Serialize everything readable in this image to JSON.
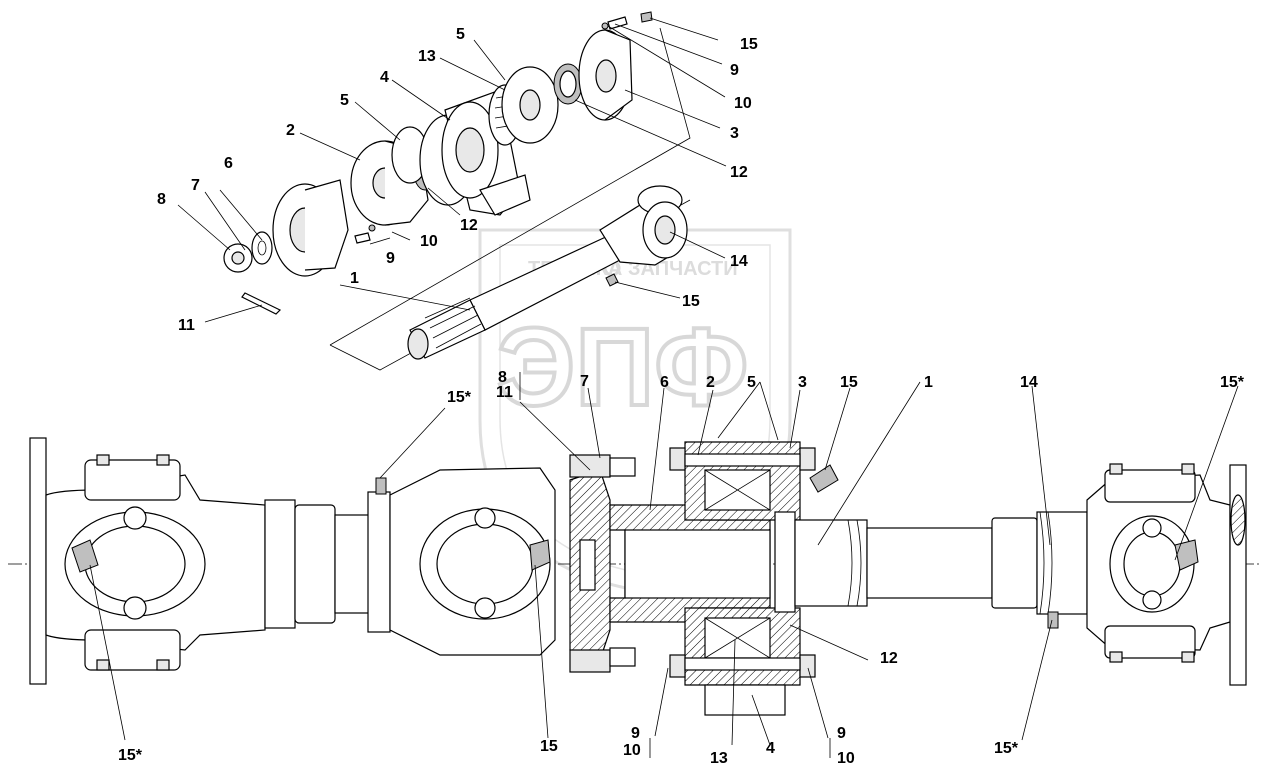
{
  "watermark": {
    "top_text_left": "ТЕХНИКА",
    "top_text_right": "ЗАПЧАСТИ",
    "big_text": "ЭПФ"
  },
  "exploded_labels": [
    {
      "id": "e5a",
      "text": "5"
    },
    {
      "id": "e15a",
      "text": "15"
    },
    {
      "id": "e13",
      "text": "13"
    },
    {
      "id": "e9a",
      "text": "9"
    },
    {
      "id": "e4",
      "text": "4"
    },
    {
      "id": "e10a",
      "text": "10"
    },
    {
      "id": "e5b",
      "text": "5"
    },
    {
      "id": "e3",
      "text": "3"
    },
    {
      "id": "e2",
      "text": "2"
    },
    {
      "id": "e12a",
      "text": "12"
    },
    {
      "id": "e6",
      "text": "6"
    },
    {
      "id": "e7",
      "text": "7"
    },
    {
      "id": "e8",
      "text": "8"
    },
    {
      "id": "e12b",
      "text": "12"
    },
    {
      "id": "e10b",
      "text": "10"
    },
    {
      "id": "e9b",
      "text": "9"
    },
    {
      "id": "e14",
      "text": "14"
    },
    {
      "id": "e1",
      "text": "1"
    },
    {
      "id": "e15b",
      "text": "15"
    },
    {
      "id": "e11",
      "text": "11"
    }
  ],
  "assembly_labels": [
    {
      "id": "a15s1",
      "text": "15*"
    },
    {
      "id": "a8",
      "text": "8"
    },
    {
      "id": "a11",
      "text": "11"
    },
    {
      "id": "a7",
      "text": "7"
    },
    {
      "id": "a6",
      "text": "6"
    },
    {
      "id": "a2",
      "text": "2"
    },
    {
      "id": "a5",
      "text": "5"
    },
    {
      "id": "a3",
      "text": "3"
    },
    {
      "id": "a15a",
      "text": "15"
    },
    {
      "id": "a1",
      "text": "1"
    },
    {
      "id": "a14",
      "text": "14"
    },
    {
      "id": "a15s2",
      "text": "15*"
    },
    {
      "id": "a12",
      "text": "12"
    },
    {
      "id": "a15s3",
      "text": "15*"
    },
    {
      "id": "a15b",
      "text": "15"
    },
    {
      "id": "a9a",
      "text": "9"
    },
    {
      "id": "a10a",
      "text": "10"
    },
    {
      "id": "a13",
      "text": "13"
    },
    {
      "id": "a4",
      "text": "4"
    },
    {
      "id": "a9b",
      "text": "9"
    },
    {
      "id": "a10b",
      "text": "10"
    },
    {
      "id": "a15s4",
      "text": "15*"
    }
  ]
}
